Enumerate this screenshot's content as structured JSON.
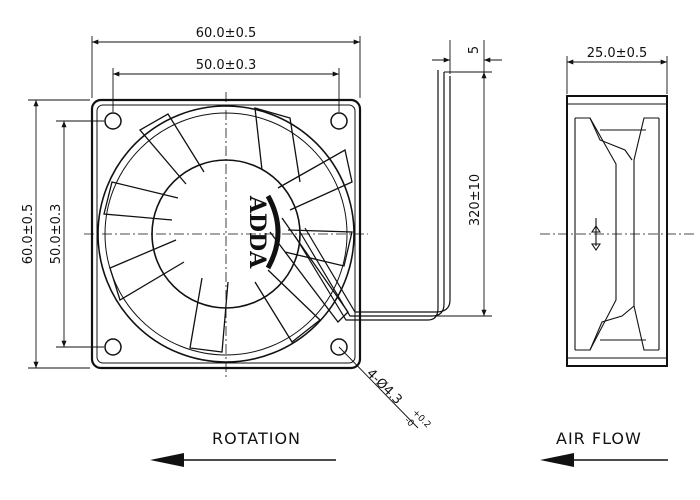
{
  "front_view": {
    "width_dim": "60.0±0.5",
    "hole_spacing_dim": "50.0±0.3",
    "height_dim": "60.0±0.5",
    "vertical_hole_spacing_dim": "50.0±0.3",
    "lead_length_dim": "320±10",
    "lead_offset_dim": "5",
    "hole_callout": "4-Ø4.3",
    "hole_tolerance_upper": "+0.2",
    "hole_tolerance_lower": "-0",
    "logo_text": "ADDA",
    "rotation_label": "ROTATION"
  },
  "side_view": {
    "depth_dim": "25.0±0.5",
    "airflow_label": "AIR FLOW"
  }
}
